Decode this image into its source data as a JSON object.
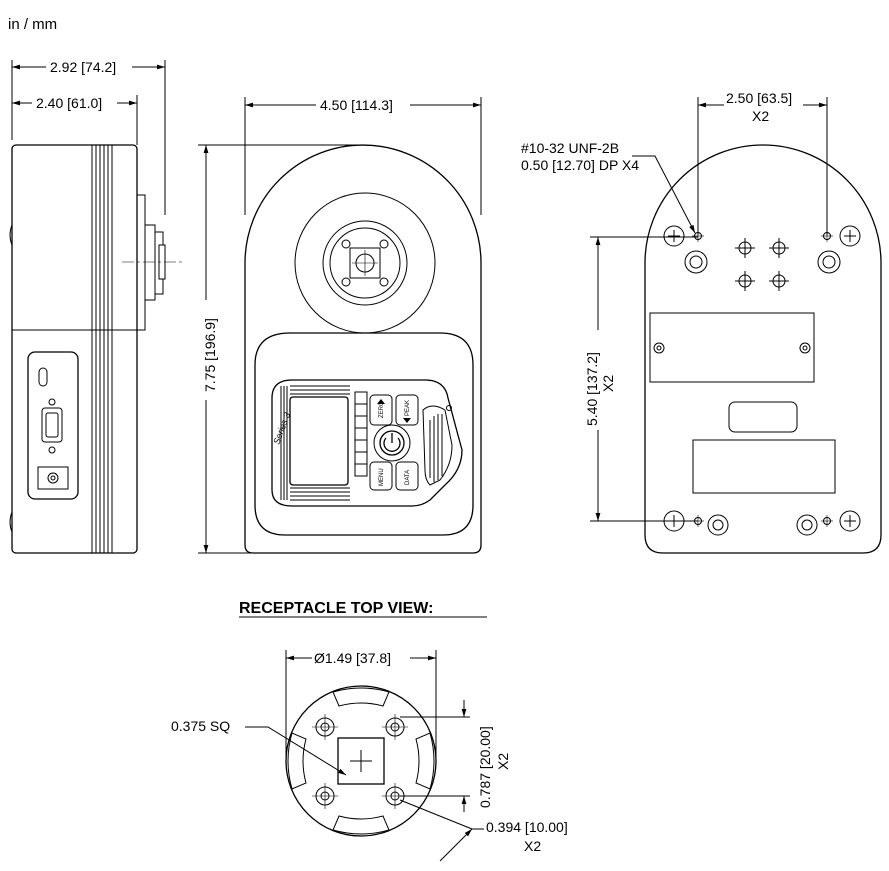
{
  "units_label": "in / mm",
  "side_view": {
    "overall_width": "2.92 [74.2]",
    "body_width": "2.40 [61.0]"
  },
  "front_view": {
    "width": "4.50 [114.3]",
    "height": "7.75 [196.9]",
    "brand_label": "Series 3",
    "buttons": {
      "zero": "ZERO",
      "peak": "PEAK",
      "menu": "MENU",
      "data": "DATA"
    }
  },
  "rear_view": {
    "hole_spacing": "2.50 [63.5]",
    "hole_spacing_qty": "X2",
    "thread_callout_line1": "#10-32 UNF-2B",
    "thread_callout_line2": "0.50 [12.70] DP X4",
    "vertical_spacing": "5.40 [137.2]",
    "vertical_spacing_qty": "X2"
  },
  "receptacle": {
    "title": "RECEPTACLE TOP VIEW:",
    "diameter": "Ø1.49 [37.8]",
    "square": "0.375 SQ",
    "vertical_spacing": "0.787 [20.00]",
    "vertical_spacing_qty": "X2",
    "offset": "0.394 [10.00]",
    "offset_qty": "X2"
  }
}
